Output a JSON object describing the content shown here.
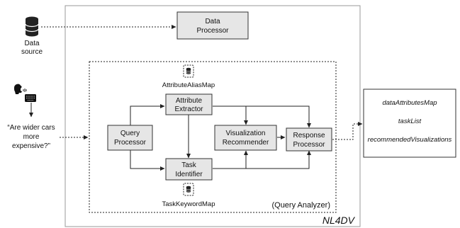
{
  "system_label": "NL4DV",
  "analyzer_label": "(Query Analyzer)",
  "data_source": {
    "line1": "Data",
    "line2": "source"
  },
  "data_processor": {
    "line1": "Data",
    "line2": "Processor"
  },
  "query": {
    "line1": "“Are wider cars",
    "line2": "more",
    "line3": "expensive?”"
  },
  "attribute_alias_map": "AttributeAliasMap",
  "task_keyword_map": "TaskKeywordMap",
  "query_processor": {
    "line1": "Query",
    "line2": "Processor"
  },
  "attribute_extractor": {
    "line1": "Attribute",
    "line2": "Extractor"
  },
  "task_identifier": {
    "line1": "Task",
    "line2": "Identifier"
  },
  "visualization_recommender": {
    "line1": "Visualization",
    "line2": "Recommender"
  },
  "response_processor": {
    "line1": "Response",
    "line2": "Processor"
  },
  "outputs": [
    "dataAttributesMap",
    "taskList",
    "recommendedVisualizations"
  ]
}
